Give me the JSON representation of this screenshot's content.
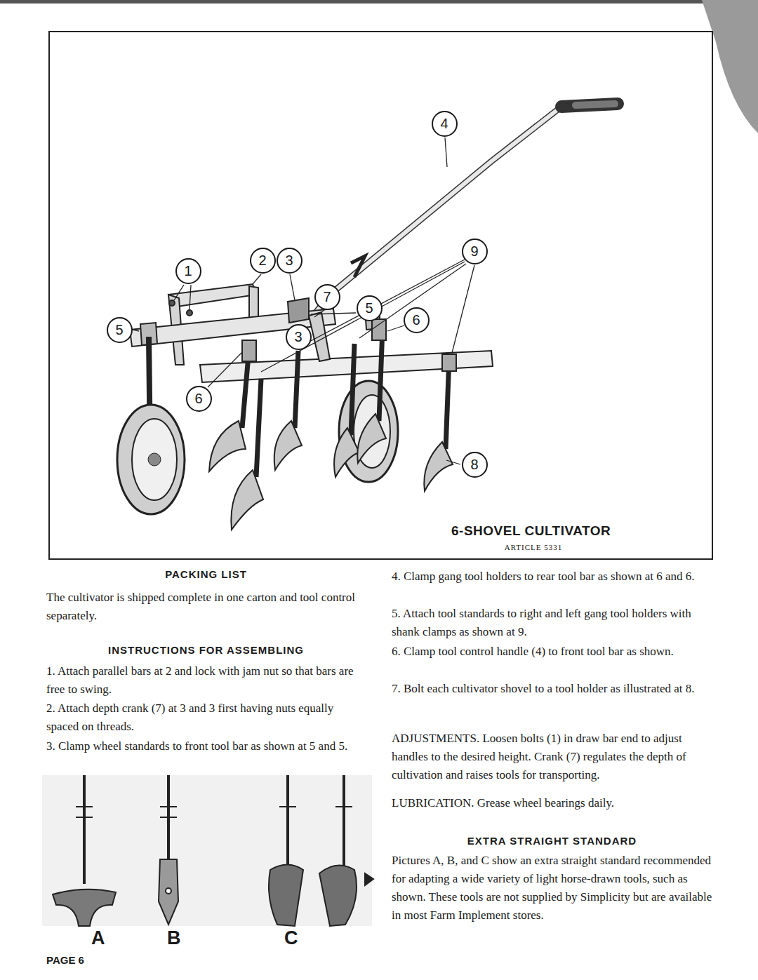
{
  "diagram": {
    "title": "6-SHOVEL CULTIVATOR",
    "nodes": [
      {
        "text": [
          "4"
        ]
      },
      {
        "text": [
          "2"
        ]
      },
      {
        "text": [
          "3"
        ]
      },
      {
        "text": [
          "9"
        ]
      },
      {
        "text": [
          "1"
        ]
      },
      {
        "text": [
          "7"
        ]
      },
      {
        "text": [
          "5"
        ]
      },
      {
        "text": [
          "5"
        ]
      },
      {
        "text": [
          "6"
        ]
      },
      {
        "text": [
          "3"
        ]
      },
      {
        "text": [
          "6"
        ]
      },
      {
        "text": [
          "8"
        ]
      }
    ],
    "labels": [
      "ARTICLE 5331",
      "PACKING LIST",
      "The cultivator is shipped complete in one carton and tool control separately.",
      "INSTRUCTIONS FOR ASSEMBLING",
      "1. Attach parallel bars at 2 and lock with jam nut so that bars are free to swing.",
      "2. Attach depth crank (7) at 3 and 3 first having nuts equally spaced on threads.",
      "3. Clamp wheel standards to front tool bar as shown at 5 and 5.",
      "4. Clamp gang tool holders to rear tool bar as shown at 6 and 6.",
      "5. Attach tool standards to right and left gang tool holders with shank clamps as shown at 9.",
      "6. Clamp tool control handle (4) to front tool bar as shown.",
      "7. Bolt each cultivator shovel to a tool holder as illustrated at 8.",
      "ADJUSTMENTS. Loosen bolts (1) in draw bar end to adjust handles to the desired height. Crank (7) regulates the depth of cultivation and raises tools for transporting.",
      "LUBRICATION. Grease wheel bearings daily.",
      "EXTRA STRAIGHT STANDARD",
      "Pictures A, B, and C show an extra straight standard recommended for adapting a wide variety of light horse-drawn tools, such as shown. These tools are not supplied by Simplicity but are available in most Farm Implement stores.",
      "A",
      "B",
      "C",
      "PAGE 6"
    ]
  }
}
